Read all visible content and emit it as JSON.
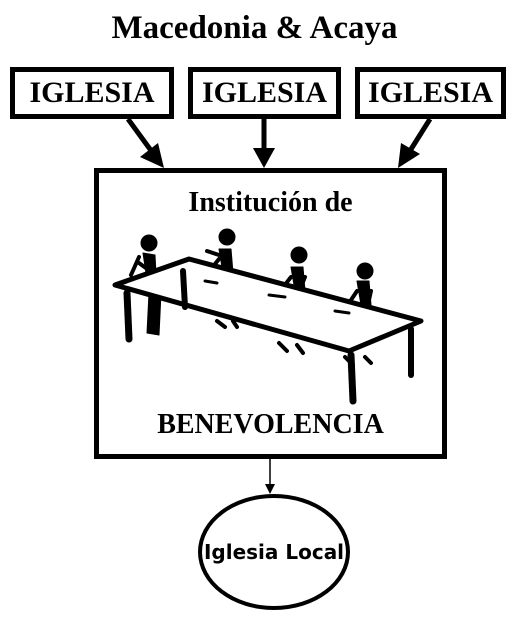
{
  "title": "Macedonia & Acaya",
  "churches": [
    "IGLESIA",
    "IGLESIA",
    "IGLESIA"
  ],
  "institution": {
    "line1": "Institución de",
    "line2": "BENEVOLENCIA",
    "illustration": "people-seated-at-table"
  },
  "local_church": "Iglesia Local"
}
